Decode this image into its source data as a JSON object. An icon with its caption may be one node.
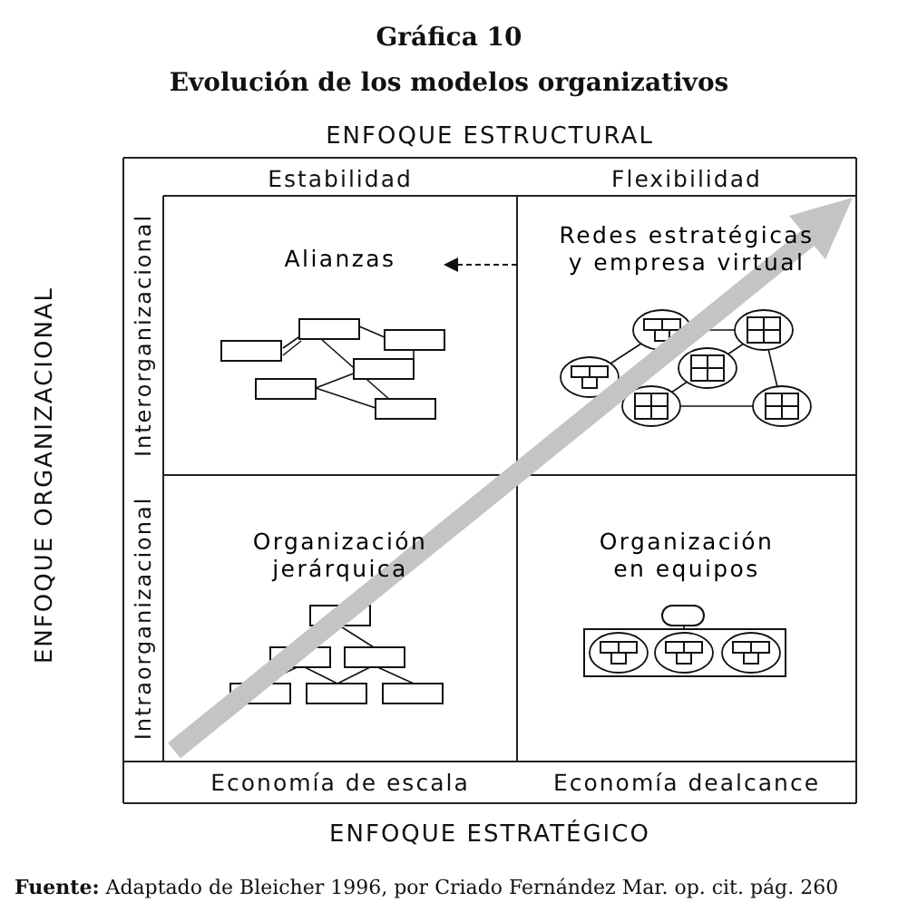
{
  "diagram": {
    "title": "Gráfica 10",
    "nodes": [
      {
        "text": [
          "Alianzas"
        ]
      },
      {
        "text": [
          "Redes estratégicas y empresa virtual"
        ]
      },
      {
        "text": [
          "Organización jerárquica"
        ]
      },
      {
        "text": [
          "Organización en equipos"
        ]
      }
    ],
    "edges": [
      {
        "from": 1,
        "to": 0,
        "arrow": "to",
        "style": "dashed"
      }
    ],
    "labels": [
      "Evolución de los modelos organizativos",
      "ENFOQUE ESTRUCTURAL",
      "Estabilidad",
      "Flexibilidad",
      "ENFOQUE ORGANIZACIONAL",
      "Interorganizacional",
      "Intraorganizacional",
      "Economía de escala",
      "Economía dealcance",
      "ENFOQUE ESTRATÉGICO"
    ],
    "caption": "**Fuente:** Adaptado de Bleicher 1996, por Criado Fernández Mar. op. cit. pág. 260"
  }
}
